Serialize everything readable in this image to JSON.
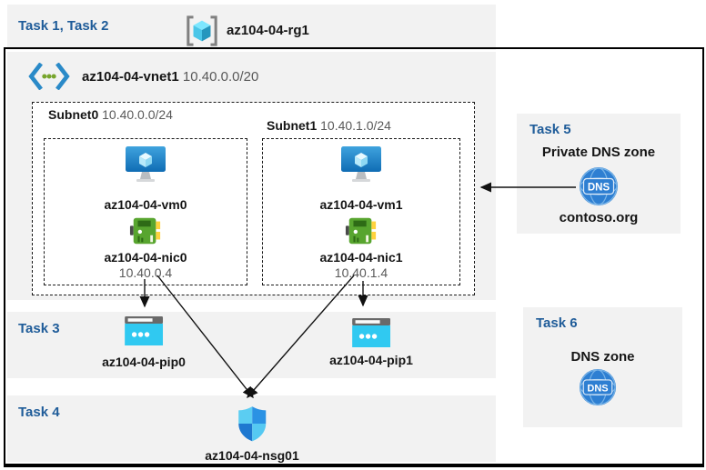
{
  "colors": {
    "panel_bg": "#f2f2f2",
    "heading_blue": "#1f5c99",
    "dim_text": "#595959",
    "frame_border": "#000000",
    "dns_blue": "#2e7fd2",
    "pip_cyan": "#30c9f1",
    "nic_green": "#58a52f",
    "vm_blue": "#1f86cf",
    "shield_light": "#5bcdf2",
    "shield_dark": "#1e78d0",
    "vnet_chevron_blue": "#2a8ac8",
    "vnet_dot_green": "#77a52c",
    "rg_cube_cyan": "#50e6ff",
    "rg_bracket_gray": "#808080"
  },
  "header": {
    "task_label": "Task 1, Task 2",
    "resource_group": "az104-04-rg1"
  },
  "vnet": {
    "name": "az104-04-vnet1",
    "cidr": "10.40.0.0/20",
    "subnets": [
      {
        "name": "Subnet0",
        "cidr": "10.40.0.0/24",
        "vm": "az104-04-vm0",
        "nic": "az104-04-nic0",
        "ip": "10.40.0.4"
      },
      {
        "name": "Subnet1",
        "cidr": "10.40.1.0/24",
        "vm": "az104-04-vm1",
        "nic": "az104-04-nic1",
        "ip": "10.40.1.4"
      }
    ]
  },
  "task3": {
    "label": "Task 3",
    "pips": [
      "az104-04-pip0",
      "az104-04-pip1"
    ]
  },
  "task4": {
    "label": "Task 4",
    "nsg": "az104-04-nsg01"
  },
  "task5": {
    "label": "Task 5",
    "title": "Private DNS zone",
    "zone": "contoso.org"
  },
  "task6": {
    "label": "Task 6",
    "title": "DNS zone"
  },
  "icons": {
    "dns_label": "DNS"
  },
  "connections": [
    {
      "from": "az104-04-nic0",
      "to": "az104-04-pip0"
    },
    {
      "from": "az104-04-nic1",
      "to": "az104-04-pip1"
    },
    {
      "from": "az104-04-nic0",
      "to": "az104-04-nsg01"
    },
    {
      "from": "az104-04-nic1",
      "to": "az104-04-nsg01"
    },
    {
      "from": "contoso.org",
      "to": "az104-04-vnet1"
    }
  ]
}
